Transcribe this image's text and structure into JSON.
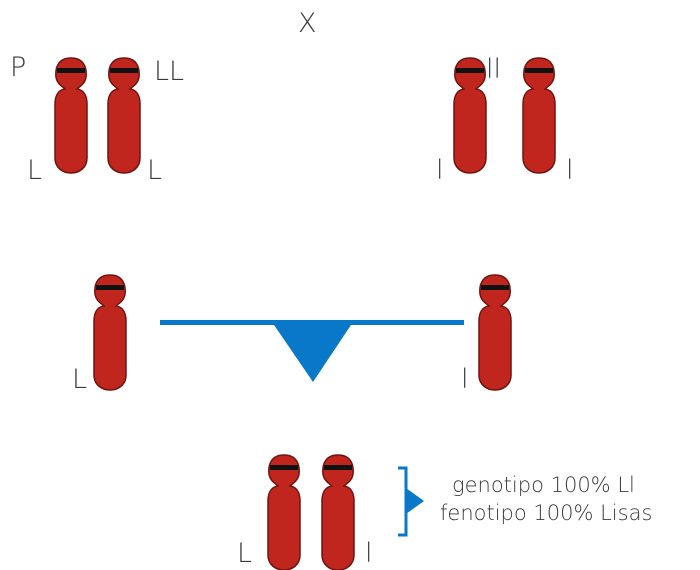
{
  "cross_symbol": "X",
  "parents": {
    "left": {
      "generation_label": "P",
      "genotype": "LL",
      "allele_1": "L",
      "allele_2": "L"
    },
    "right": {
      "genotype": "ll",
      "allele_1": "l",
      "allele_2": "l"
    }
  },
  "gametes": {
    "left_allele": "L",
    "right_allele": "l"
  },
  "offspring": {
    "allele_1": "L",
    "allele_2": "l"
  },
  "result": {
    "genotype_line": "genotipo 100% Ll",
    "phenotype_line": "fenotipo 100% Lisas"
  },
  "colors": {
    "chromosome_fill": "#c1261e",
    "chromosome_outline": "#6e1410",
    "band": "#111111",
    "arrow": "#0a78c8",
    "text": "#3a3a3a"
  },
  "icons": [
    "chromosome-icon",
    "down-arrow-icon",
    "bracket-arrow-icon"
  ]
}
